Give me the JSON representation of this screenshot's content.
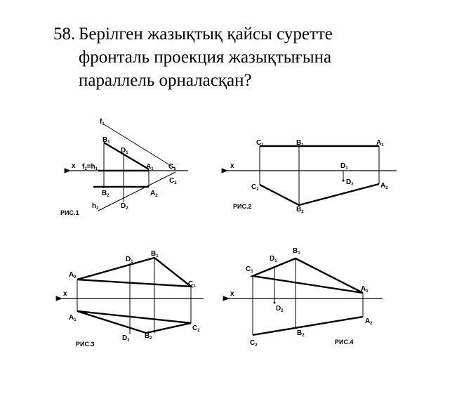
{
  "question": {
    "number": "58.",
    "line1": "Берілген жазықтық қайсы суретте",
    "line2": "фронталь проекция жазықтығына",
    "line3": "параллель орналасқан?"
  },
  "figures": {
    "fig1": {
      "caption": "РИС.1",
      "axis": "x",
      "labels": {
        "f1": {
          "main": "f",
          "sub": "1"
        },
        "b1": {
          "main": "B",
          "sub": "1"
        },
        "d1": {
          "main": "D",
          "sub": "1"
        },
        "f2h1": {
          "main": "f",
          "sub": "2",
          "tail": "=h",
          "tailsub": "1"
        },
        "a1": {
          "main": "A",
          "sub": "1"
        },
        "c1": {
          "main": "C",
          "sub": "1"
        },
        "c2": {
          "main": "C",
          "sub": "2"
        },
        "b2": {
          "main": "B",
          "sub": "2"
        },
        "a2": {
          "main": "A",
          "sub": "2"
        },
        "h2": {
          "main": "h",
          "sub": "2"
        },
        "d2": {
          "main": "D",
          "sub": "2"
        }
      }
    },
    "fig2": {
      "caption": "РИС.2",
      "axis": "x",
      "labels": {
        "c1": {
          "main": "C",
          "sub": "1"
        },
        "b1": {
          "main": "B",
          "sub": "1"
        },
        "a1": {
          "main": "A",
          "sub": "1"
        },
        "d1": {
          "main": "D",
          "sub": "1"
        },
        "d2": {
          "main": "D",
          "sub": "2"
        },
        "c2": {
          "main": "C",
          "sub": "2"
        },
        "a2": {
          "main": "A",
          "sub": "2"
        },
        "b2": {
          "main": "B",
          "sub": "2"
        }
      }
    },
    "fig3": {
      "caption": "РИС.3",
      "axis": "x",
      "labels": {
        "b1": {
          "main": "B",
          "sub": "1"
        },
        "d1": {
          "main": "D",
          "sub": "1"
        },
        "a2": {
          "main": "A",
          "sub": "2"
        },
        "c1": {
          "main": "C",
          "sub": "1"
        },
        "a1": {
          "main": "A",
          "sub": "1"
        },
        "c2": {
          "main": "C",
          "sub": "2"
        },
        "d2": {
          "main": "D",
          "sub": "2"
        },
        "b2": {
          "main": "B",
          "sub": "2"
        }
      }
    },
    "fig4": {
      "caption": "РИС.4",
      "axis": "x",
      "labels": {
        "b1": {
          "main": "B",
          "sub": "1"
        },
        "d1": {
          "main": "D",
          "sub": "1"
        },
        "c1": {
          "main": "C",
          "sub": "1"
        },
        "a1": {
          "main": "A",
          "sub": "1"
        },
        "d2": {
          "main": "D",
          "sub": "2"
        },
        "a2": {
          "main": "A",
          "sub": "2"
        },
        "b2": {
          "main": "B",
          "sub": "2"
        },
        "c2": {
          "main": "C",
          "sub": "2"
        }
      }
    }
  }
}
